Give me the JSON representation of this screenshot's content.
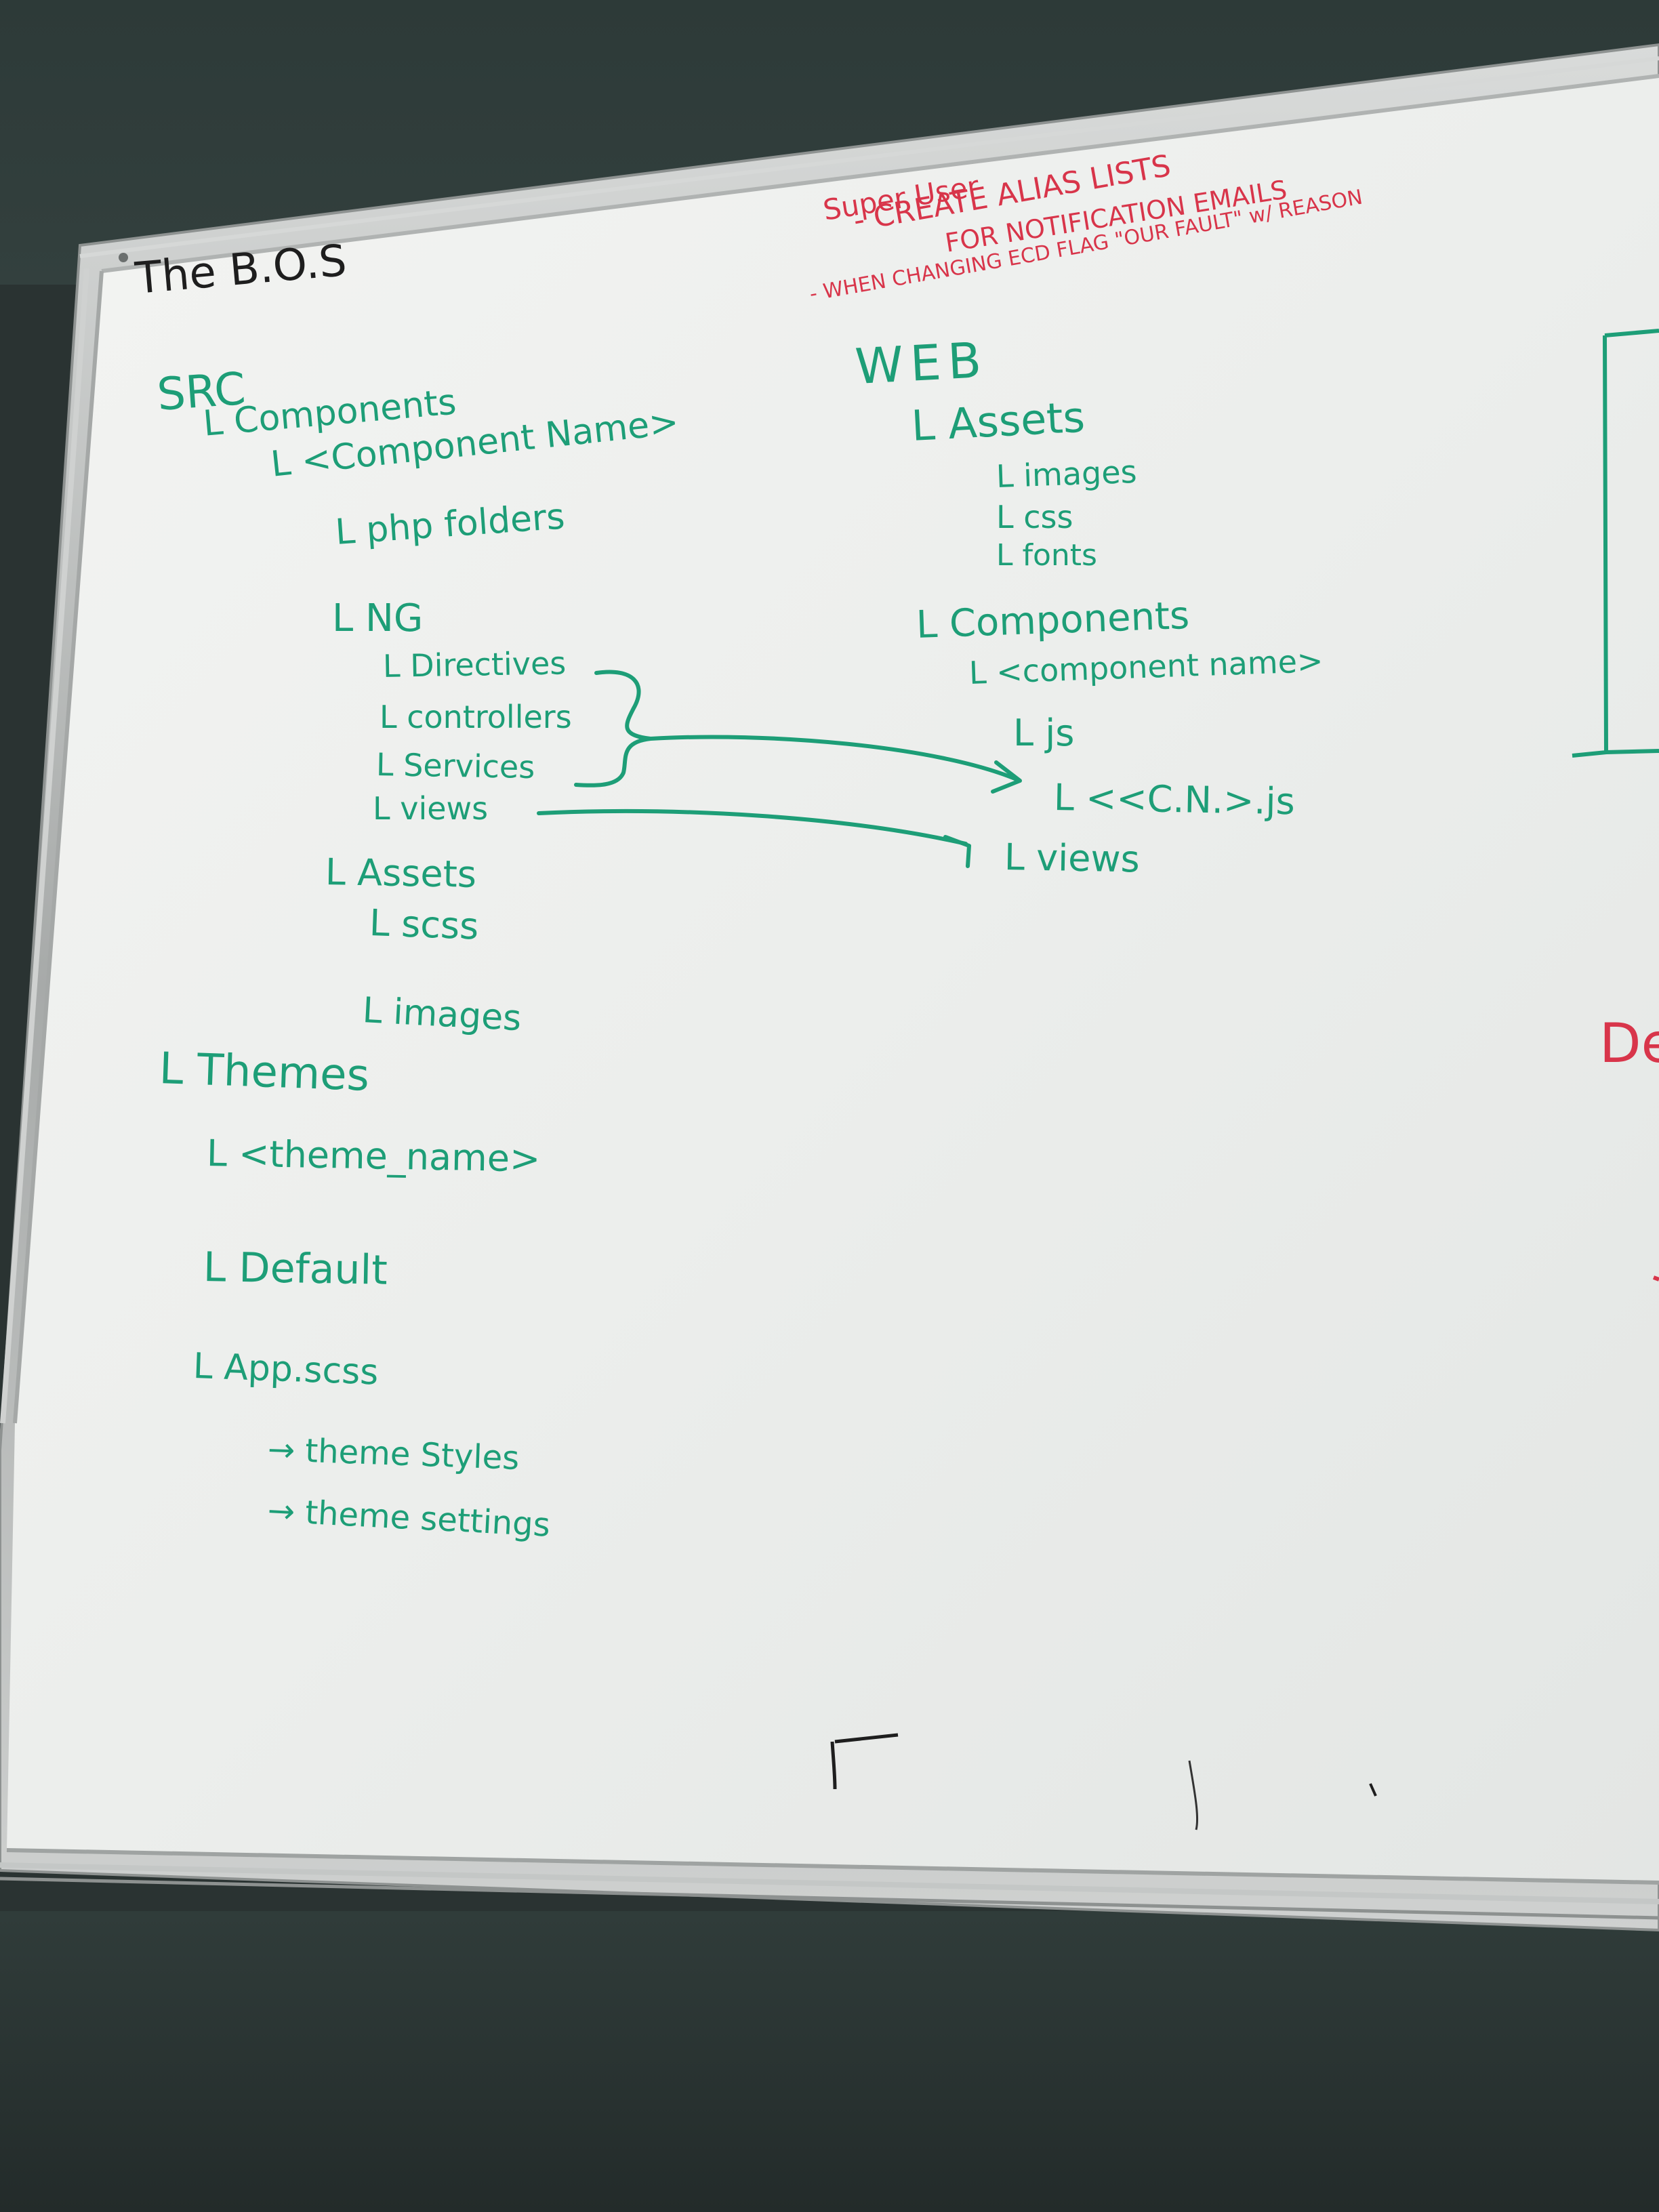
{
  "title": "The B.O.S",
  "red_notes": {
    "super_user": "Super User",
    "alias_lists": "- CREATE ALIAS LISTS",
    "notification": "FOR NOTIFICATION EMAILS",
    "when_changing": "- WHEN CHANGING ECD FLAG \"OUR FAULT\" w/ REASON",
    "right_edge": "De"
  },
  "src_tree": {
    "root": "SRC",
    "components": "L Components",
    "component_name": "L <Component Name>",
    "php_folders": "L php folders",
    "ng": "L NG",
    "directives": "L Directives",
    "controllers": "L controllers",
    "services": "L Services",
    "views": "L views",
    "assets": "L Assets",
    "scss": "L scss",
    "images": "L images",
    "themes": "L Themes",
    "theme_name": "L <theme_name>",
    "default": "L Default",
    "app_scss": "L App.scss",
    "theme_styles": "→ theme Styles",
    "theme_settings": "→ theme settings"
  },
  "web_tree": {
    "root": "WEB",
    "assets": "L Assets",
    "images": "L images",
    "css": "L css",
    "fonts": "L fonts",
    "components": "L Components",
    "component_name": "L <component name>",
    "js": "L js",
    "cn_js": "L <<C.N.>.js",
    "views": "L views"
  },
  "colors": {
    "green_marker": "#1d9e77",
    "red_marker": "#d8354a",
    "black_marker": "#1e1e1e",
    "board": "#eef0ee",
    "frame": "#b9bcbb"
  }
}
